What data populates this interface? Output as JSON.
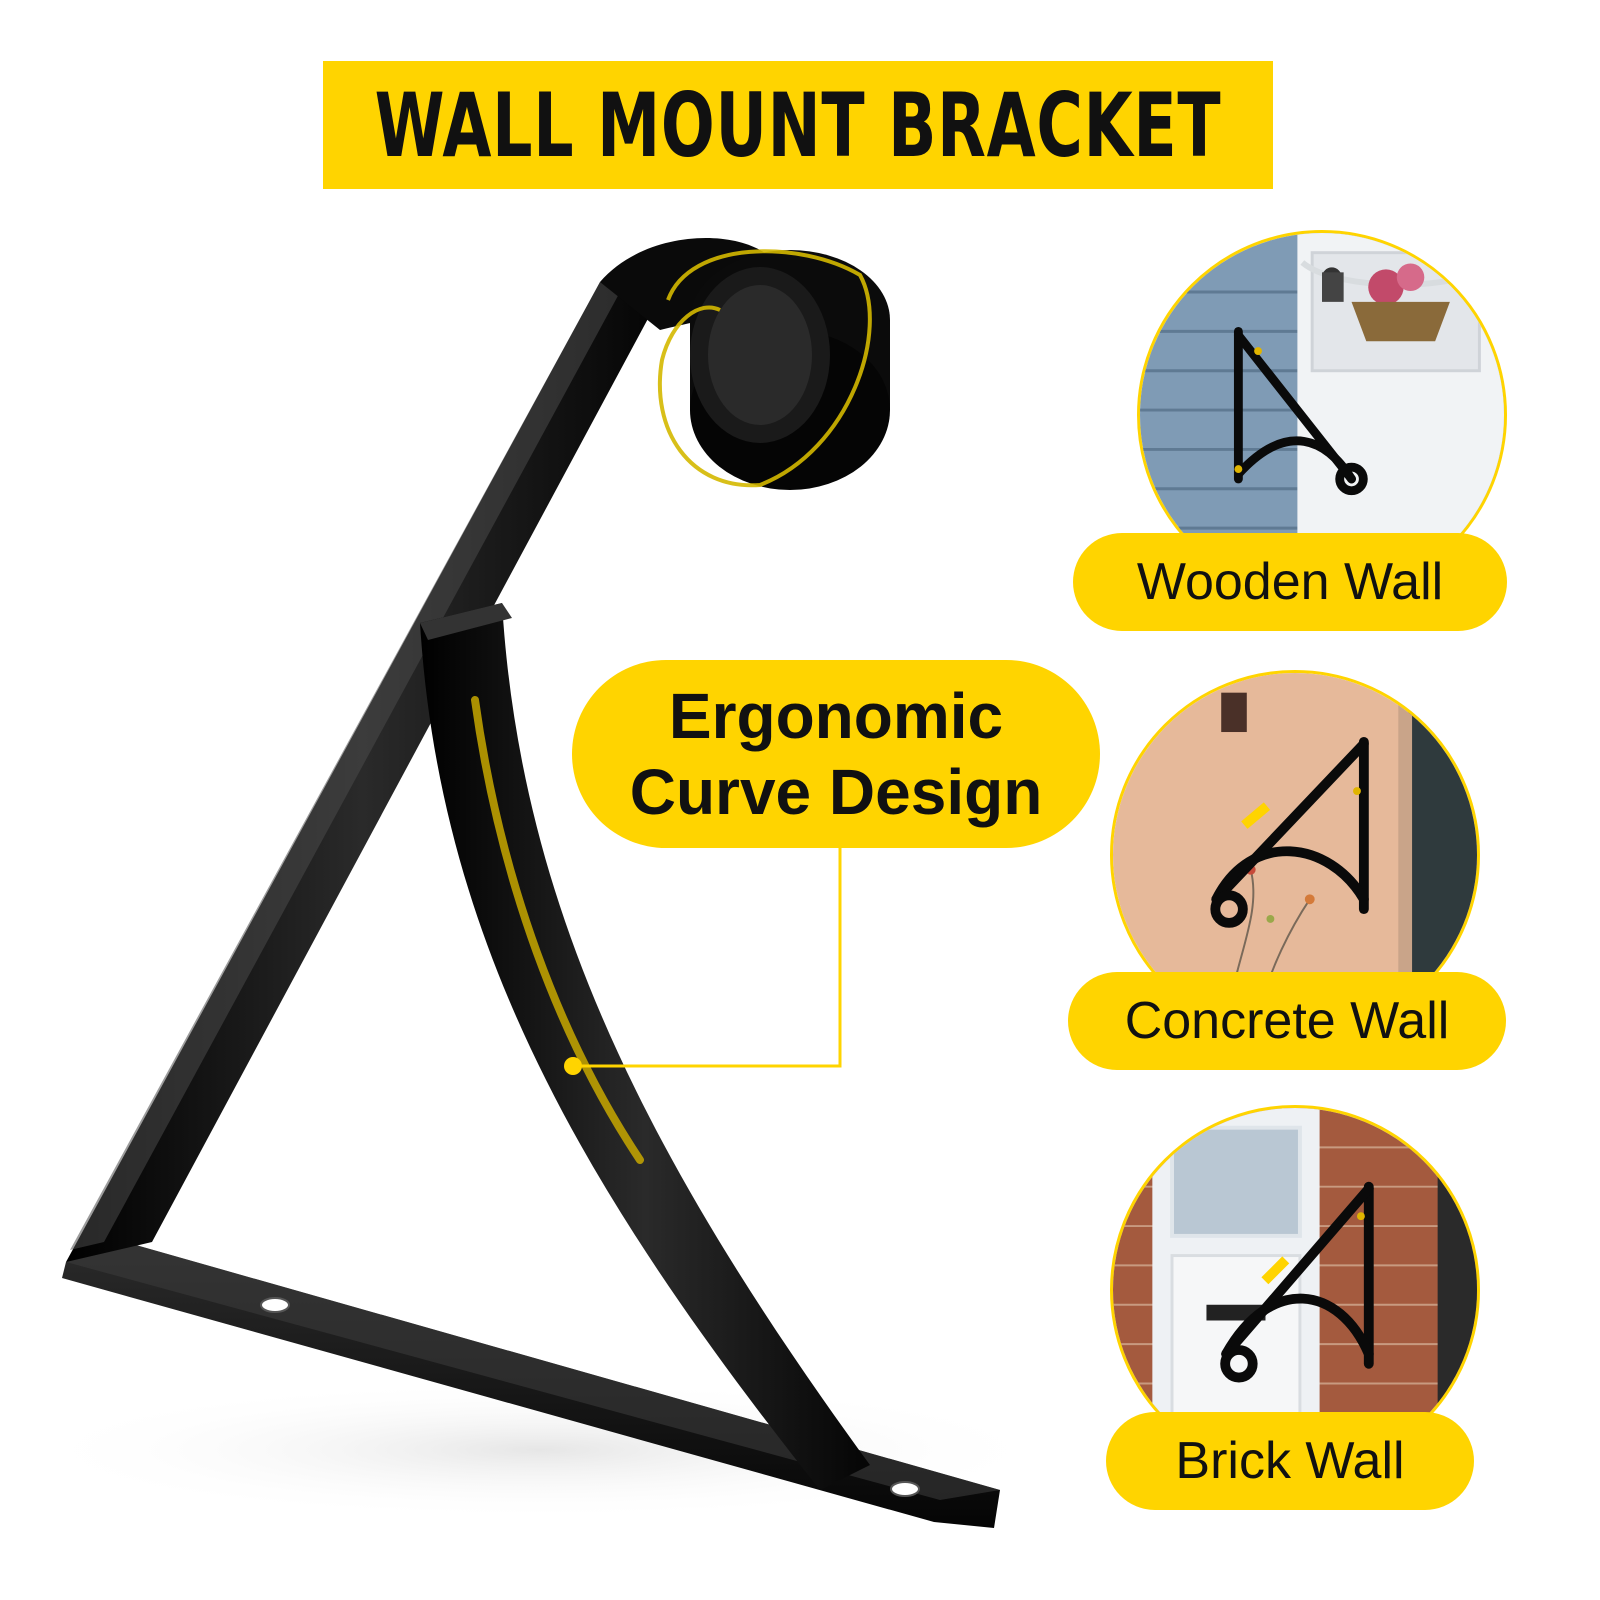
{
  "title": "WALL MOUNT BRACKET",
  "feature_callout": {
    "line1": "Ergonomic",
    "line2": "Curve Design"
  },
  "applications": [
    {
      "label": "Wooden Wall"
    },
    {
      "label": "Concrete Wall"
    },
    {
      "label": "Brick Wall"
    }
  ],
  "colors": {
    "accent": "#ffd400",
    "bracket": "#0d0d0d",
    "text": "#111111"
  }
}
